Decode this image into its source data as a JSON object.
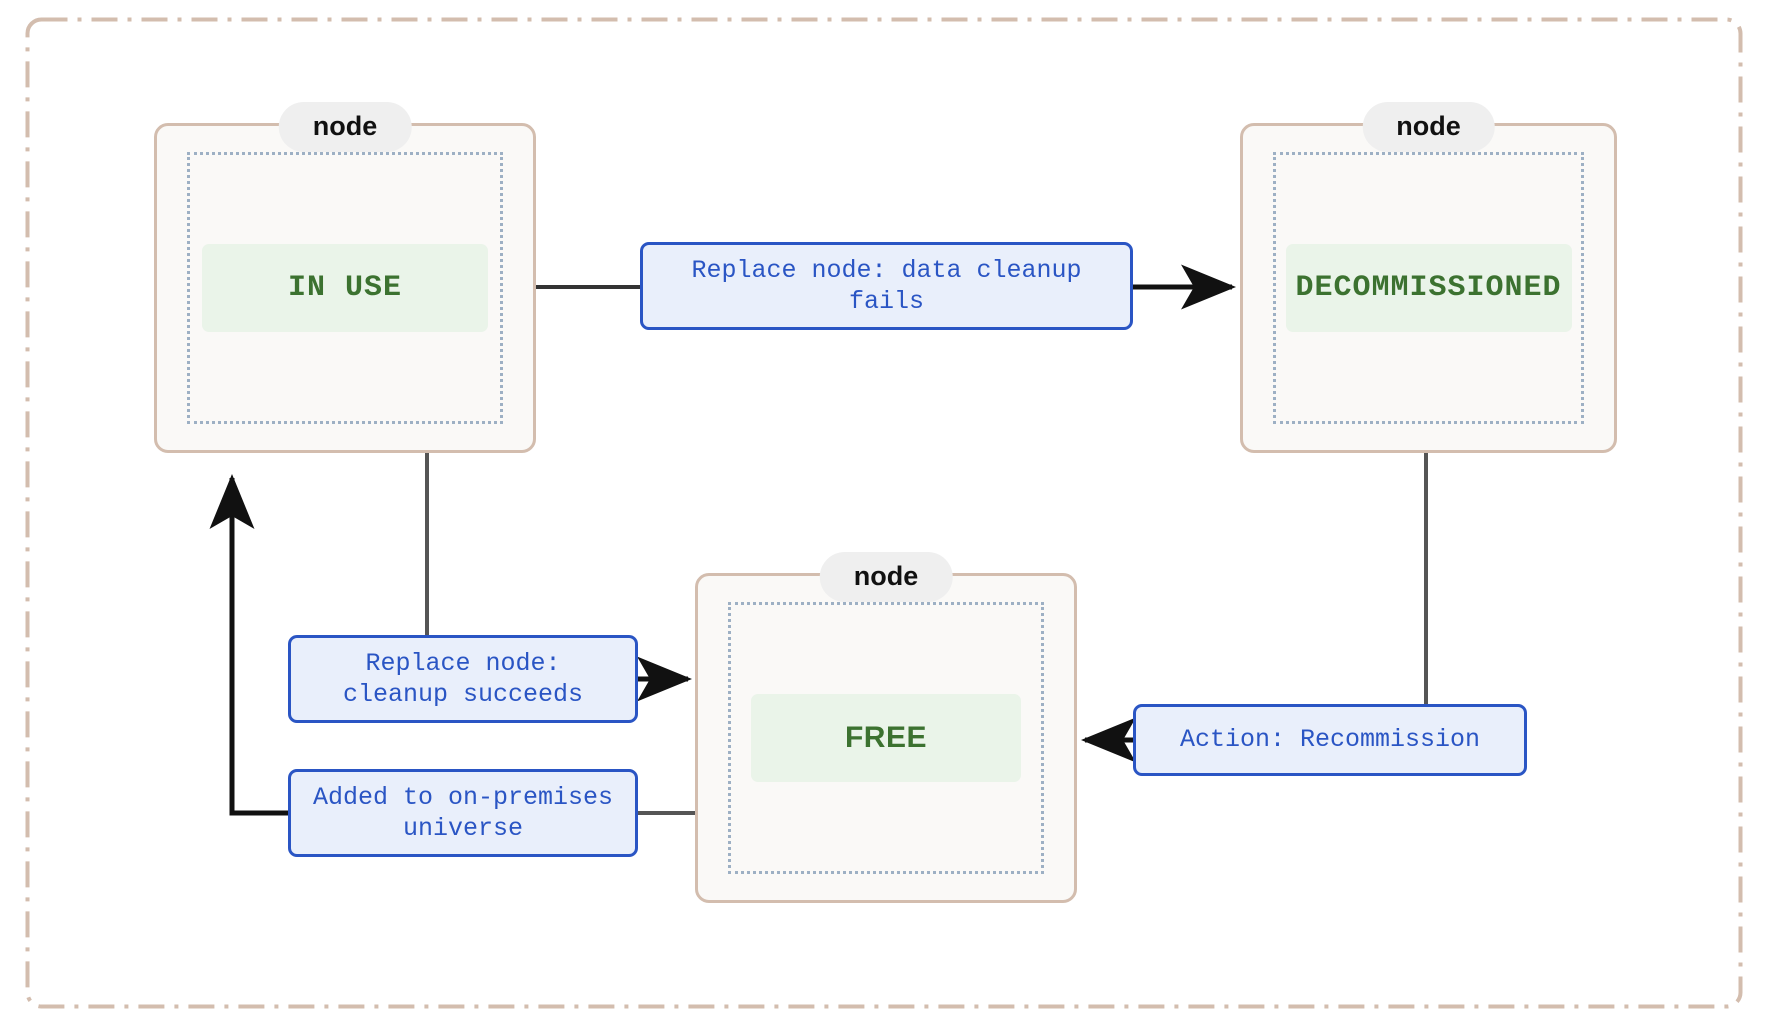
{
  "diagram": {
    "type": "state-machine",
    "title": "",
    "frame": {
      "style": "dash-dot",
      "color": "#d3bdae"
    },
    "colors": {
      "node_border": "#d3bdae",
      "node_fill": "#faf9f7",
      "node_inner_dots": "#9db0c4",
      "state_chip_fill": "#eaf4e9",
      "state_text": "#3c7230",
      "edge_label_border": "#2a55c4",
      "edge_label_fill": "#e9effb",
      "edge_label_text": "#2a55c4",
      "pill_fill": "#efefef",
      "pill_text": "#111111",
      "connector": "#333333"
    },
    "nodes": [
      {
        "id": "in-use",
        "pill_label": "node",
        "state": "IN USE",
        "font": "mono"
      },
      {
        "id": "decommissioned",
        "pill_label": "node",
        "state": "DECOMMISSIONED",
        "font": "mono"
      },
      {
        "id": "free",
        "pill_label": "node",
        "state": "FREE",
        "font": "sans"
      }
    ],
    "edges": [
      {
        "id": "cleanup-fails",
        "from": "in-use",
        "to": "decommissioned",
        "label": "Replace node: data cleanup\nfails",
        "arrow": "end"
      },
      {
        "id": "cleanup-succeeds",
        "from": "in-use",
        "to": "free",
        "label": "Replace node:\ncleanup succeeds",
        "arrow": "end"
      },
      {
        "id": "added-on-prem",
        "from": "free",
        "to": "in-use",
        "label": "Added to on-premises\nuniverse",
        "arrow": "end"
      },
      {
        "id": "recommission",
        "from": "decommissioned",
        "to": "free",
        "label": "Action: Recommission",
        "arrow": "end"
      }
    ]
  }
}
